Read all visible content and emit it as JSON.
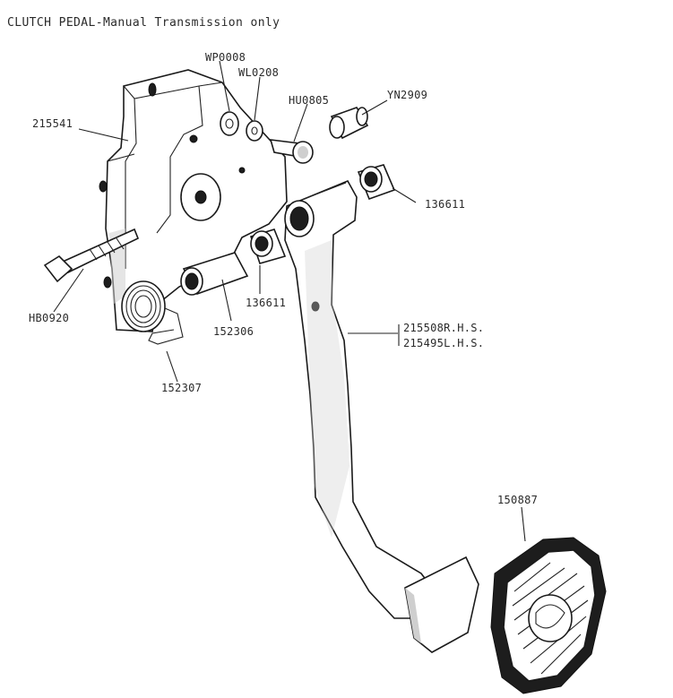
{
  "title": "CLUTCH PEDAL-Manual Transmission only",
  "labels": {
    "wp0008": "WP0008",
    "wl0208": "WL0208",
    "hu0805": "HU0805",
    "yn2909": "YN2909",
    "p215541": "215541",
    "p136611_upper": "136611",
    "p136611_lower": "136611",
    "hb0920": "HB0920",
    "p152306": "152306",
    "p152307": "152307",
    "p215508": "215508R.H.S.",
    "p215495": "215495L.H.S.",
    "p150887": "150887"
  }
}
